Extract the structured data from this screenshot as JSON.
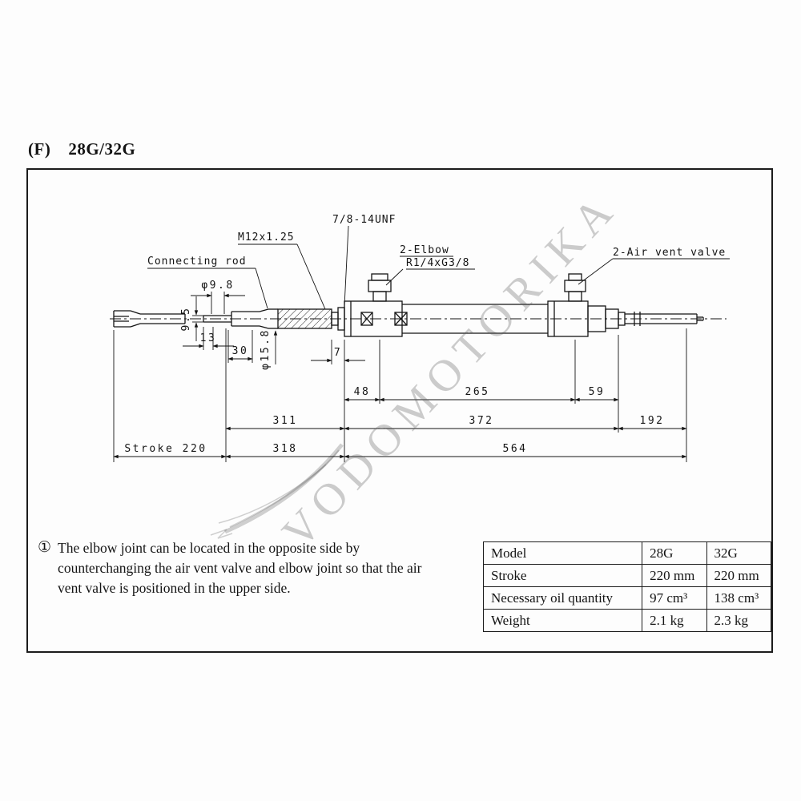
{
  "page": {
    "title_prefix": "(F)",
    "title": "28G/32G"
  },
  "watermark": "VODOMOTORIKA",
  "drawing": {
    "labels": {
      "unf": "7/8-14UNF",
      "m12": "M12x1.25",
      "connecting_rod": "Connecting rod",
      "elbow_line1": "2-Elbow",
      "elbow_line2": "R1/4xG3/8",
      "air_vent": "2-Air vent valve"
    },
    "dims": {
      "d98": "φ9.8",
      "d95": "9.5",
      "d13": "13",
      "d30": "30",
      "d158": "φ15.8",
      "d7": "7",
      "d48": "48",
      "d265": "265",
      "d59": "59",
      "d311": "311",
      "d372": "372",
      "d192": "192",
      "stroke": "Stroke 220",
      "d318": "318",
      "d564": "564"
    }
  },
  "note": {
    "marker": "①",
    "text": "The elbow joint can be located in the opposite side by counterchanging the air vent valve and elbow joint so that the air vent valve is positioned in the upper side."
  },
  "table": {
    "rows": [
      [
        "Model",
        "28G",
        "32G"
      ],
      [
        "Stroke",
        "220 mm",
        "220 mm"
      ],
      [
        "Necessary oil quantity",
        "97 cm³",
        "138 cm³"
      ],
      [
        "Weight",
        "2.1 kg",
        "2.3 kg"
      ]
    ]
  }
}
